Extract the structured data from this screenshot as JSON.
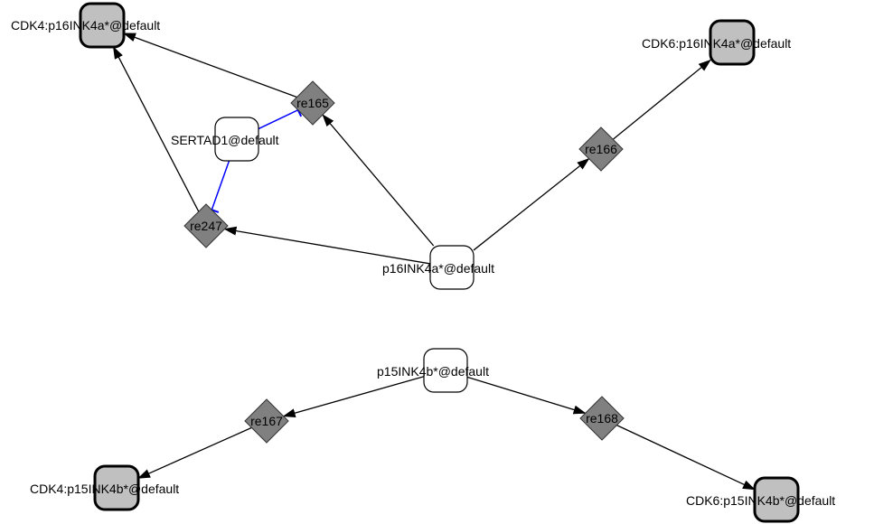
{
  "diagram": {
    "colors": {
      "complex_fill": "#c0c0c0",
      "species_fill": "#ffffff",
      "reaction_fill": "#808080",
      "edge": "#000000",
      "inhibition": "#0000ff"
    },
    "nodes": [
      {
        "id": "cdk4_p16",
        "label": "CDK4:p16INK4a*@default",
        "kind": "complex"
      },
      {
        "id": "cdk6_p16",
        "label": "CDK6:p16INK4a*@default",
        "kind": "complex"
      },
      {
        "id": "sertad1",
        "label": "SERTAD1@default",
        "kind": "species"
      },
      {
        "id": "p16",
        "label": "p16INK4a*@default",
        "kind": "species"
      },
      {
        "id": "p15",
        "label": "p15INK4b*@default",
        "kind": "species"
      },
      {
        "id": "cdk4_p15",
        "label": "CDK4:p15INK4b*@default",
        "kind": "complex"
      },
      {
        "id": "cdk6_p15",
        "label": "CDK6:p15INK4b*@default",
        "kind": "complex"
      },
      {
        "id": "re165",
        "label": "re165",
        "kind": "reaction"
      },
      {
        "id": "re247",
        "label": "re247",
        "kind": "reaction"
      },
      {
        "id": "re166",
        "label": "re166",
        "kind": "reaction"
      },
      {
        "id": "re167",
        "label": "re167",
        "kind": "reaction"
      },
      {
        "id": "re168",
        "label": "re168",
        "kind": "reaction"
      }
    ],
    "edges": [
      {
        "from": "p16",
        "to": "re165",
        "type": "arrow"
      },
      {
        "from": "re165",
        "to": "cdk4_p16",
        "type": "arrow"
      },
      {
        "from": "p16",
        "to": "re247",
        "type": "arrow"
      },
      {
        "from": "re247",
        "to": "cdk4_p16",
        "type": "arrow"
      },
      {
        "from": "p16",
        "to": "re166",
        "type": "arrow"
      },
      {
        "from": "re166",
        "to": "cdk6_p16",
        "type": "arrow"
      },
      {
        "from": "sertad1",
        "to": "re165",
        "type": "inhibition"
      },
      {
        "from": "sertad1",
        "to": "re247",
        "type": "inhibition"
      },
      {
        "from": "p15",
        "to": "re167",
        "type": "arrow"
      },
      {
        "from": "re167",
        "to": "cdk4_p15",
        "type": "arrow"
      },
      {
        "from": "p15",
        "to": "re168",
        "type": "arrow"
      },
      {
        "from": "re168",
        "to": "cdk6_p15",
        "type": "arrow"
      }
    ]
  }
}
